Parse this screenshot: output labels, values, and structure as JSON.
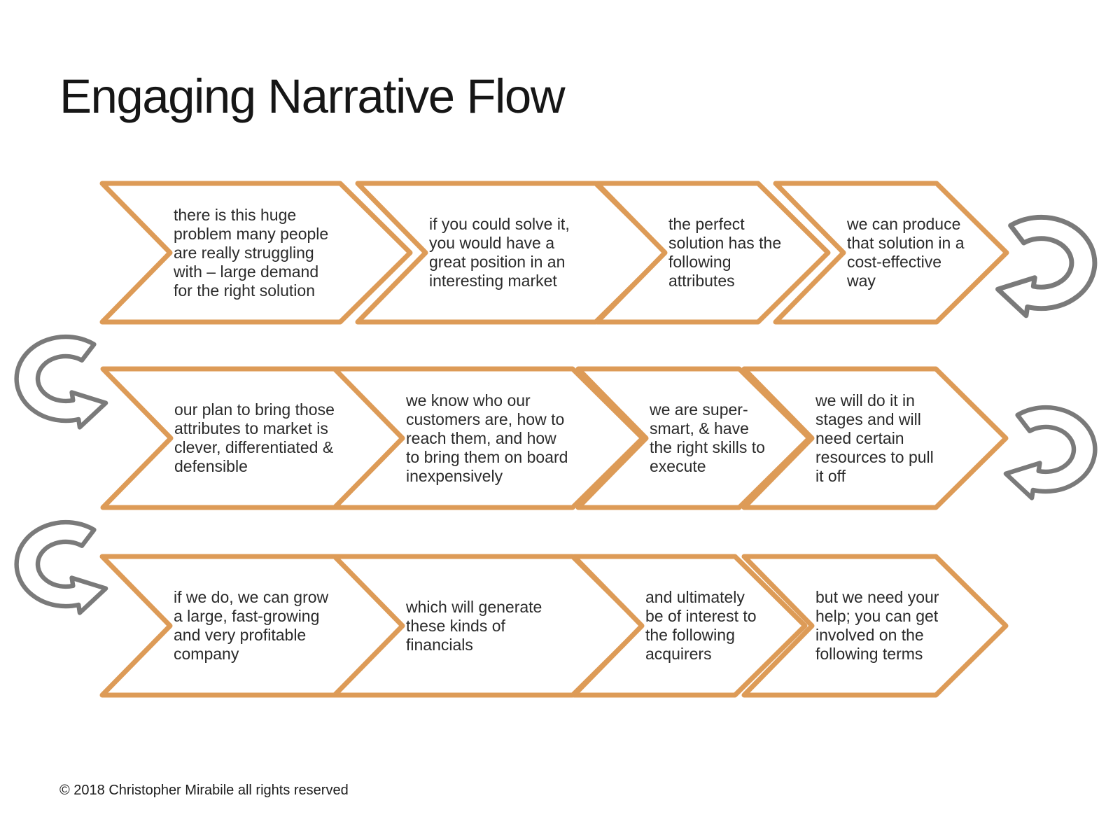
{
  "title": "Engaging Narrative Flow",
  "footer": "© 2018 Christopher Mirabile all rights reserved",
  "colors": {
    "chevron_outline": "#dd9b57",
    "loop_arrow": "#7a7a7a",
    "text": "#2a2a2a",
    "background": "#ffffff"
  },
  "rows": [
    {
      "items": [
        {
          "text": "there is this huge problem many people are really struggling with – large demand for the right solution"
        },
        {
          "text": "if you could solve it, you would have a great position in an interesting market"
        },
        {
          "text": "the perfect solution has the following attributes"
        },
        {
          "text": "we can produce that solution in a cost-effective way"
        }
      ]
    },
    {
      "items": [
        {
          "text": "our plan to bring those attributes to market is clever, differentiated & defensible"
        },
        {
          "text": "we know who our customers are, how to reach them, and how to bring them on board inexpensively"
        },
        {
          "text": "we are super-smart, & have the right skills to execute"
        },
        {
          "text": "we will do it in stages and will need certain resources to pull it off"
        }
      ]
    },
    {
      "items": [
        {
          "text": "if we do, we can grow a large, fast-growing and very profitable company"
        },
        {
          "text": "which will generate these kinds of financials"
        },
        {
          "text": "and ultimately be of interest to the following acquirers"
        },
        {
          "text": "but we need your help; you can get involved on the following terms"
        }
      ]
    }
  ]
}
